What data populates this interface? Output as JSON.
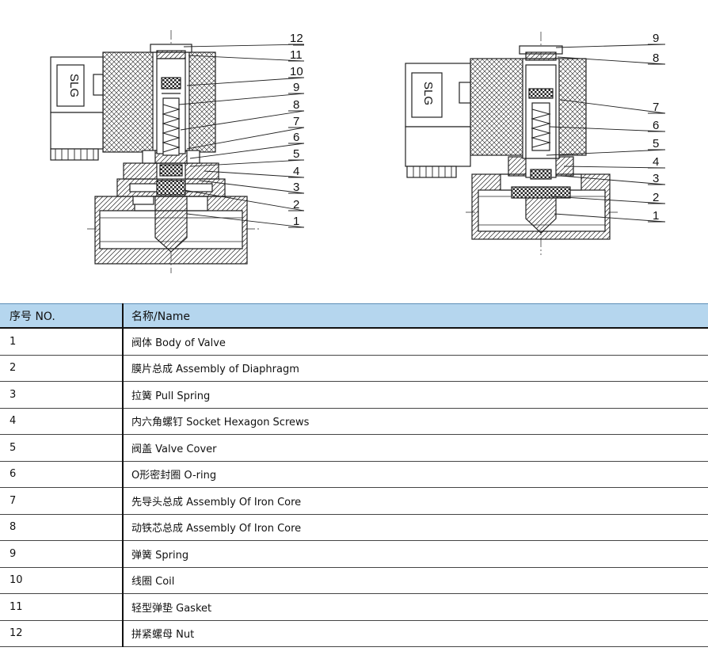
{
  "left_diagram": {
    "coil_label": "SLG",
    "callouts": [
      "12",
      "11",
      "10",
      "9",
      "8",
      "7",
      "6",
      "5",
      "4",
      "3",
      "2",
      "1"
    ]
  },
  "right_diagram": {
    "coil_label": "SLG",
    "callouts": [
      "9",
      "8",
      "7",
      "6",
      "5",
      "4",
      "3",
      "2",
      "1"
    ]
  },
  "table": {
    "headers": [
      "序号 NO.",
      "名称/Name"
    ],
    "rows": [
      {
        "no": "1",
        "name": "阀体  Body of Valve"
      },
      {
        "no": "2",
        "name": "膜片总成 Assembly of Diaphragm"
      },
      {
        "no": "3",
        "name": "拉簧 Pull Spring"
      },
      {
        "no": "4",
        "name": "内六角螺钉 Socket Hexagon Screws"
      },
      {
        "no": "5",
        "name": "阀盖 Valve Cover"
      },
      {
        "no": "6",
        "name": "O形密封圈 O-ring"
      },
      {
        "no": "7",
        "name": "先导头总成 Assembly Of Iron Core"
      },
      {
        "no": "8",
        "name": "动铁芯总成 Assembly Of Iron Core"
      },
      {
        "no": "9",
        "name": "弹簧 Spring"
      },
      {
        "no": "10",
        "name": "线圈 Coil"
      },
      {
        "no": "11",
        "name": "轻型弹垫 Gasket"
      },
      {
        "no": "12",
        "name": "拼紧螺母 Nut"
      }
    ]
  }
}
